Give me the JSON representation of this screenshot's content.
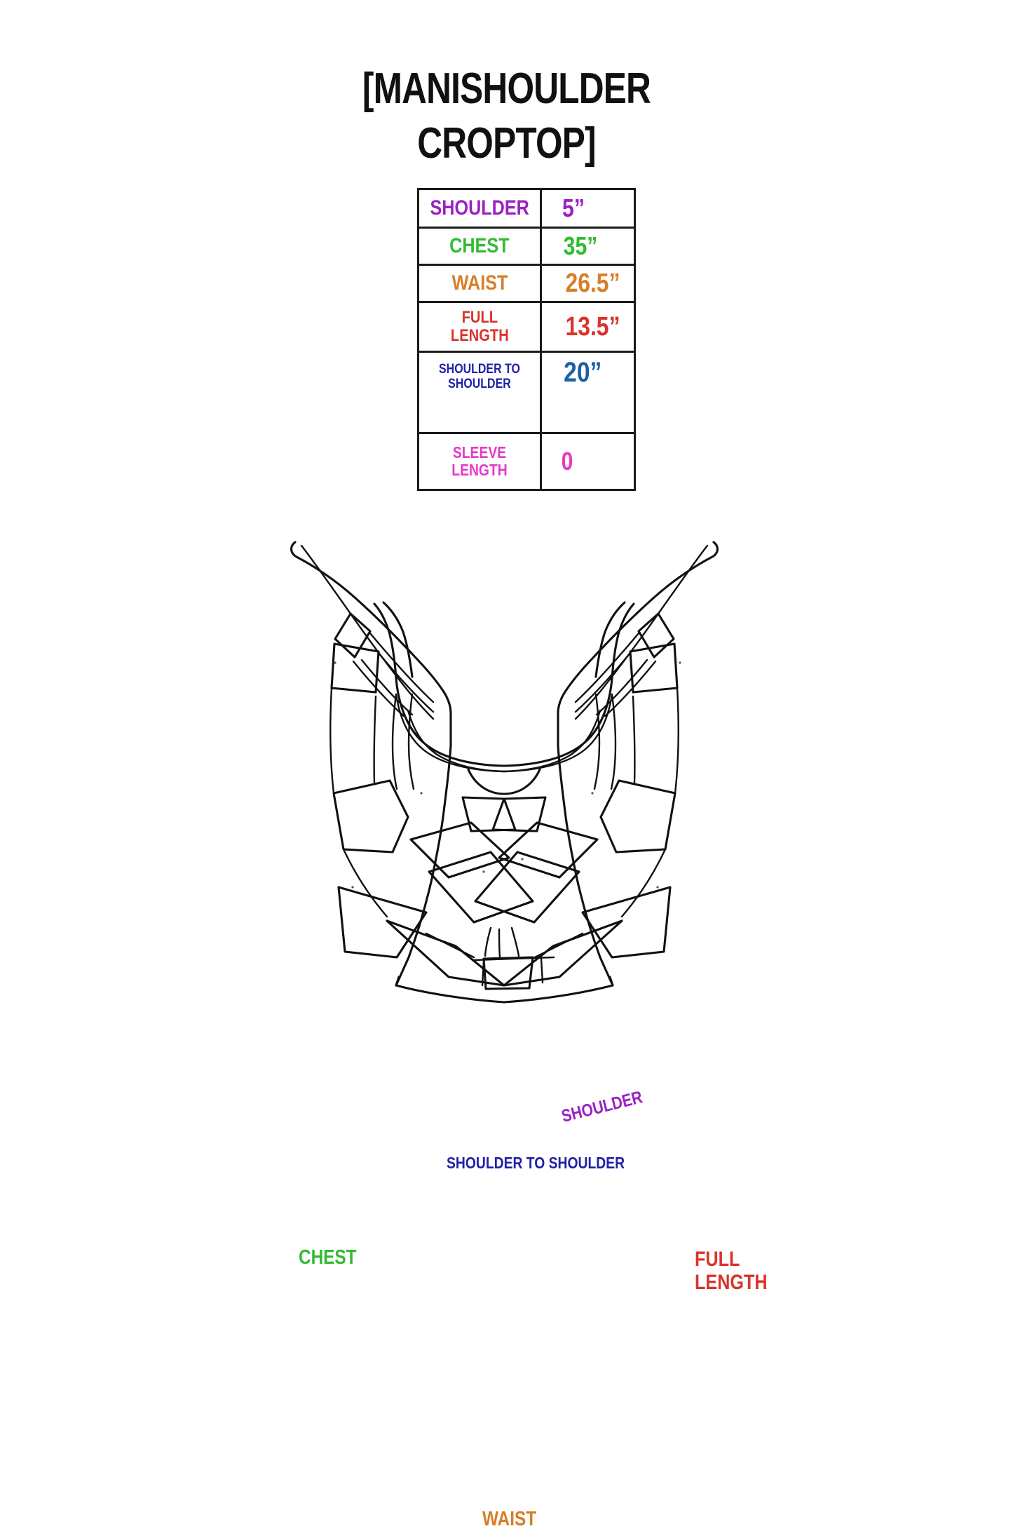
{
  "title": {
    "line1": "[MANISHOULDER",
    "line2": "CROPTOP]"
  },
  "colors": {
    "shoulder": "#9B20C4",
    "shoulder_arrow": "#A86FC8",
    "chest": "#33BB33",
    "waist": "#D97E27",
    "full_length": "#D8342B",
    "shoulder_to_shoulder": "#2020A8",
    "shoulder_to_shoulder_value": "#1D5FA0",
    "sleeve_length": "#E838C8",
    "table_border": "#1a1a1a",
    "sketch_line": "#111111",
    "background": "#ffffff"
  },
  "size_table": {
    "rows": [
      {
        "label": "SHOULDER",
        "value": "5”"
      },
      {
        "label": "CHEST",
        "value": "35”"
      },
      {
        "label": "WAIST",
        "value": "26.5”"
      },
      {
        "label": "FULL\nLENGTH",
        "value": "13.5”"
      },
      {
        "label": "SHOULDER TO\nSHOULDER",
        "value": "20”"
      },
      {
        "label": "SLEEVE LENGTH",
        "value": "0"
      }
    ]
  },
  "diagram": {
    "labels": {
      "shoulder": "SHOULDER",
      "shoulder_to_shoulder": "SHOULDER TO SHOULDER",
      "chest": "CHEST",
      "full_length": "FULL\nLENGTH",
      "waist": "WAIST"
    }
  }
}
